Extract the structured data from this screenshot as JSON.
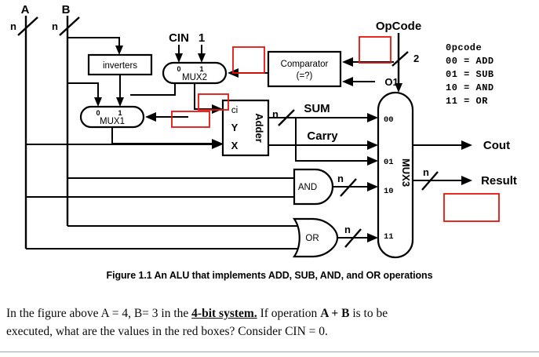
{
  "figure": {
    "inputs": [
      {
        "name": "A",
        "width_label": "n"
      },
      {
        "name": "B",
        "width_label": "n"
      }
    ],
    "blocks": {
      "inverters": "inverters",
      "comparator_line1": "Comparator",
      "comparator_line2": "(=?)",
      "adder": "Adder",
      "adder_ports": [
        "ci",
        "Y",
        "X"
      ],
      "mux1": "MUX1",
      "mux2": "MUX2",
      "mux3": "MUX3",
      "and_gate": "AND",
      "or_gate": "OR"
    },
    "signals": {
      "cin": "CIN",
      "one": "1",
      "opcode": "OpCode",
      "opcode_width": "2",
      "o1": "O1",
      "sum": "SUM",
      "carry": "Carry",
      "cout": "Cout",
      "result": "Result"
    },
    "mux_select_labels": {
      "zero": "0",
      "one": "1"
    },
    "mux3_inputs": [
      "00",
      "01",
      "10",
      "11"
    ],
    "bus_width_marks": [
      "n",
      "n",
      "n",
      "n",
      "n",
      "n"
    ],
    "legend": {
      "title": "0pcode",
      "rows": [
        "00 = ADD",
        "01 = SUB",
        "10 = AND",
        "11 = OR"
      ]
    },
    "red_boxes": [
      {
        "id": "redbox-mux2-select",
        "value": ""
      },
      {
        "id": "redbox-opcode",
        "value": ""
      },
      {
        "id": "redbox-adder-ci",
        "value": ""
      },
      {
        "id": "redbox-mux1-out",
        "value": ""
      },
      {
        "id": "redbox-result",
        "value": ""
      }
    ],
    "colors": {
      "red_box": "#e8120b",
      "wire": "#000000",
      "background": "#ffffff",
      "divider": "#9aa7bb"
    }
  },
  "caption": "Figure 1.1 An ALU that implements ADD, SUB, AND, and OR operations",
  "question": {
    "line1_a": "In the figure above A = 4, B= 3 in the ",
    "line1_bold_underline": "4-bit system.",
    "line1_b": " If operation ",
    "line1_bold_ab": "A + B",
    "line1_c": " is to be",
    "line2": "executed, what are the values in the red boxes? Consider CIN = 0."
  }
}
